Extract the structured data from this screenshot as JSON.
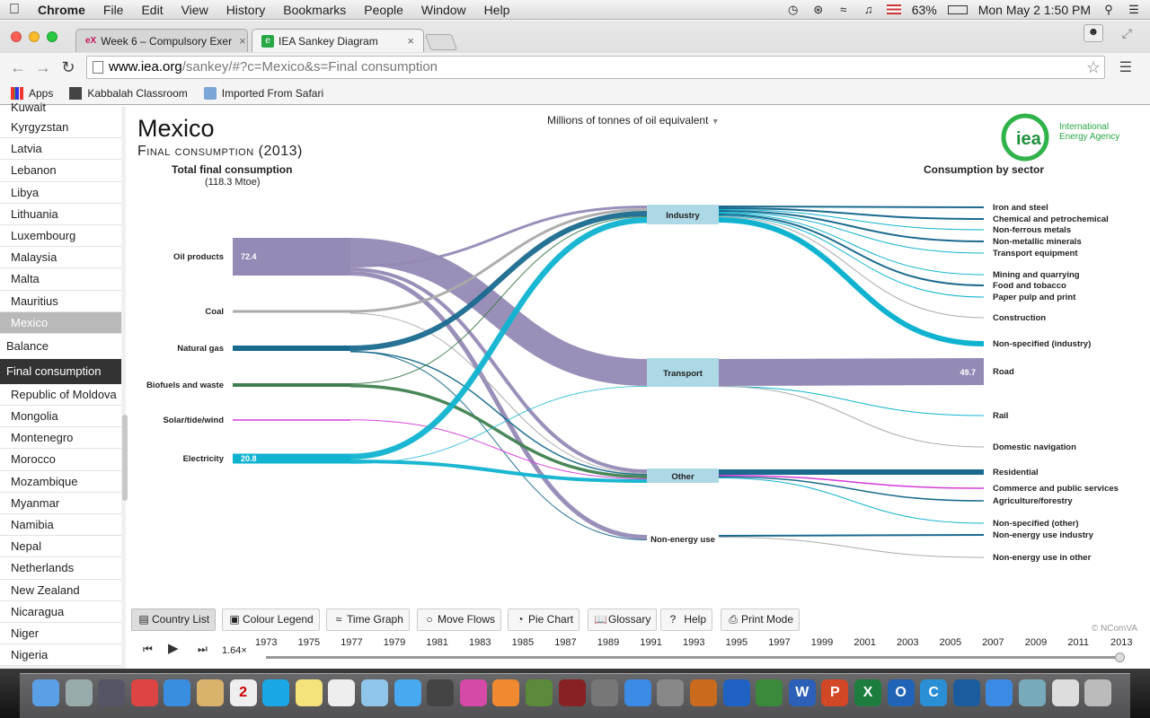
{
  "menubar": {
    "apple": "",
    "items": [
      "Chrome",
      "File",
      "Edit",
      "View",
      "History",
      "Bookmarks",
      "People",
      "Window",
      "Help"
    ],
    "battery": "63%",
    "clock": "Mon May 2  1:50 PM"
  },
  "browser": {
    "tabs": [
      {
        "title": "Week 6 – Compulsory Exer",
        "favicon": "eX"
      },
      {
        "title": "IEA Sankey Diagram",
        "favicon": "iea"
      }
    ],
    "url_host": "www.iea.org",
    "url_path": "/sankey/#?c=Mexico&s=Final consumption",
    "bookmarks": [
      "Apps",
      "Kabbalah Classroom",
      "Imported From Safari"
    ]
  },
  "countries": {
    "partial_top": "Kuwait",
    "before": [
      "Kyrgyzstan",
      "Latvia",
      "Lebanon",
      "Libya",
      "Lithuania",
      "Luxembourg",
      "Malaysia",
      "Malta",
      "Mauritius"
    ],
    "selected": "Mexico",
    "sub_balance": "Balance",
    "sub_final": "Final consumption",
    "after": [
      "Republic of Moldova",
      "Mongolia",
      "Montenegro",
      "Morocco",
      "Mozambique",
      "Myanmar",
      "Namibia",
      "Nepal",
      "Netherlands",
      "New Zealand",
      "Nicaragua",
      "Niger",
      "Nigeria"
    ]
  },
  "viz": {
    "country": "Mexico",
    "subtitle": "Final consumption (2013)",
    "total_label": "Total final consumption",
    "total_value": "(118.3 Mtoe)",
    "unit_select": "Millions of tonnes of oil equivalent",
    "sector_heading": "Consumption by sector",
    "logo_text": "iea",
    "logo_org_line1": "International",
    "logo_org_line2": "Energy Agency",
    "sources": [
      {
        "name": "Oil products",
        "value": "72.4",
        "color": "#9589b5"
      },
      {
        "name": "Coal",
        "value": "",
        "color": "#aaaaaa"
      },
      {
        "name": "Natural gas",
        "value": "",
        "color": "#1a6a8e"
      },
      {
        "name": "Biofuels and waste",
        "value": "",
        "color": "#3f7f4f"
      },
      {
        "name": "Solar/tide/wind",
        "value": "",
        "color": "#d43ad8"
      },
      {
        "name": "Electricity",
        "value": "20.8",
        "color": "#0fb3d0"
      }
    ],
    "sectors": [
      "Industry",
      "Transport",
      "Other",
      "Non-energy use"
    ],
    "sector_box_color": "#add8e6",
    "end_uses": [
      "Iron and steel",
      "Chemical and petrochemical",
      "Non-ferrous metals",
      "Non-metallic minerals",
      "Transport equipment",
      "Mining and quarrying",
      "Food and tobacco",
      "Paper pulp and print",
      "Construction",
      "Non-specified (industry)",
      "Road",
      "Rail",
      "Domestic navigation",
      "Residential",
      "Commerce and public services",
      "Agriculture/forestry",
      "Non-specified (other)",
      "Non-energy use industry",
      "Non-energy use in other"
    ],
    "road_value": "49.7"
  },
  "controls": {
    "buttons": [
      "Country List",
      "Colour Legend",
      "Time Graph",
      "Move Flows",
      "Pie Chart",
      "Glossary",
      "Help",
      "Print Mode"
    ],
    "credit": "© NComVA",
    "speed": "1.64×",
    "years": [
      "1973",
      "1975",
      "1977",
      "1979",
      "1981",
      "1983",
      "1985",
      "1987",
      "1989",
      "1991",
      "1993",
      "1995",
      "1997",
      "1999",
      "2001",
      "2003",
      "2005",
      "2007",
      "2009",
      "2011",
      "2013"
    ]
  },
  "dock": {
    "icons": [
      "finder-icon",
      "launchpad-icon",
      "photo-icon",
      "chrome-icon",
      "safari-icon",
      "mail-icon",
      "calendar-icon",
      "skype-icon",
      "stickies-icon",
      "reminders-icon",
      "preview-icon",
      "messages-icon",
      "facetime-icon",
      "itunes-icon",
      "ibooks-icon",
      "iphoto-icon",
      "photobooth-icon",
      "help-icon",
      "appstore-icon",
      "sysprefs-icon",
      "keynote-icon",
      "pages-icon",
      "numbers-icon",
      "word-icon",
      "powerpoint-icon",
      "excel-icon",
      "outlook-icon",
      "lync-icon",
      "vpn-icon",
      "wifi-icon",
      "airdrop-icon",
      "downloads-icon",
      "trash-icon"
    ],
    "calendar_day": "2",
    "word_letter": "W",
    "ppt_letter": "P",
    "excel_letter": "X",
    "outlook_letter": "O",
    "lync_letter": "C"
  }
}
